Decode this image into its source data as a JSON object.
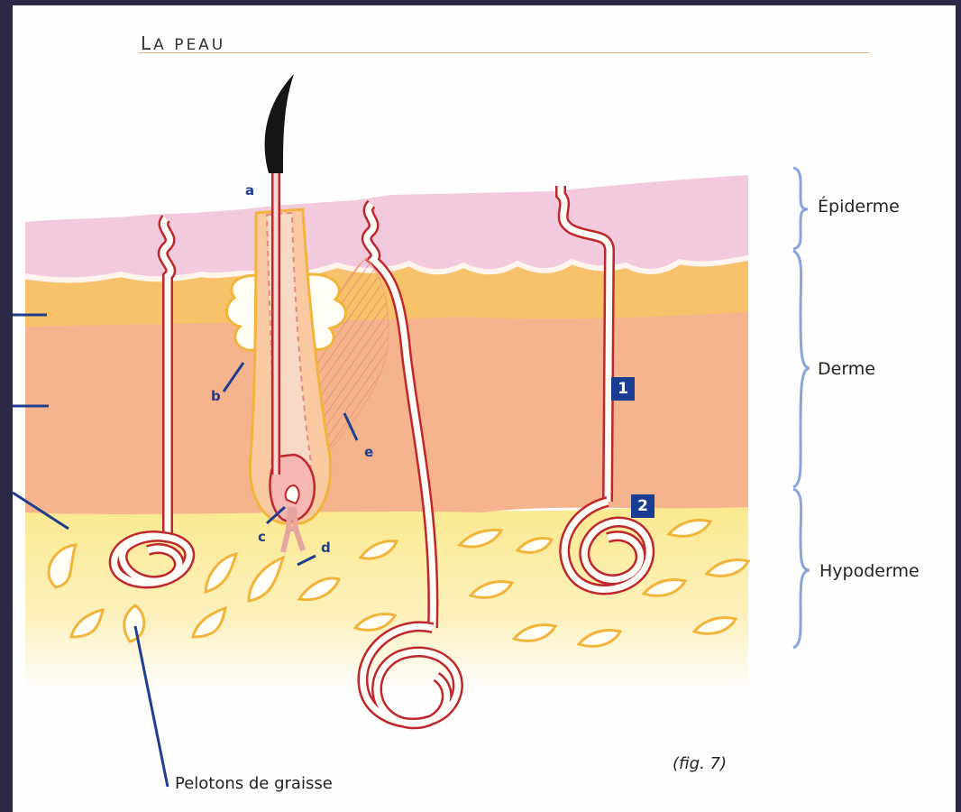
{
  "title": {
    "first_letter": "L",
    "rest": "A PEAU"
  },
  "layers": [
    {
      "label": "Épiderme"
    },
    {
      "label": "Derme"
    },
    {
      "label": "Hypoderme"
    }
  ],
  "letters": {
    "a": "a",
    "b": "b",
    "c": "c",
    "d": "d",
    "e": "e"
  },
  "badges": {
    "one": "1",
    "two": "2"
  },
  "fat_caption": "Pelotons de graisse",
  "figure_label": "(fig. 7)",
  "colors": {
    "epiderme": "#f3c9dd",
    "derme_top": "#f8c26a",
    "derme": "#f6b48e",
    "hypoderme": "#fbeea6",
    "vessel_red": "#c0272d",
    "brace_blue": "#8aa4dd",
    "pointer_blue": "#1f3e8f"
  }
}
